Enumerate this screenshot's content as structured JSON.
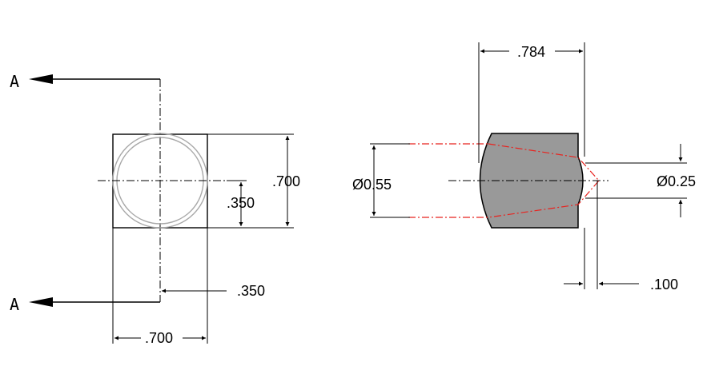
{
  "section": {
    "letter_top": "A",
    "letter_bottom": "A"
  },
  "front_view": {
    "height_dim": ".700",
    "half_height_dim": ".350",
    "half_width_dim": ".350",
    "width_dim": ".700"
  },
  "side_view": {
    "length_dim": ".784",
    "outer_diameter_dim": "Ø0.55",
    "inner_diameter_dim": "Ø0.25",
    "depth_dim": ".100",
    "body_color": "#999999",
    "hidden_line_color": "#e8231f"
  }
}
